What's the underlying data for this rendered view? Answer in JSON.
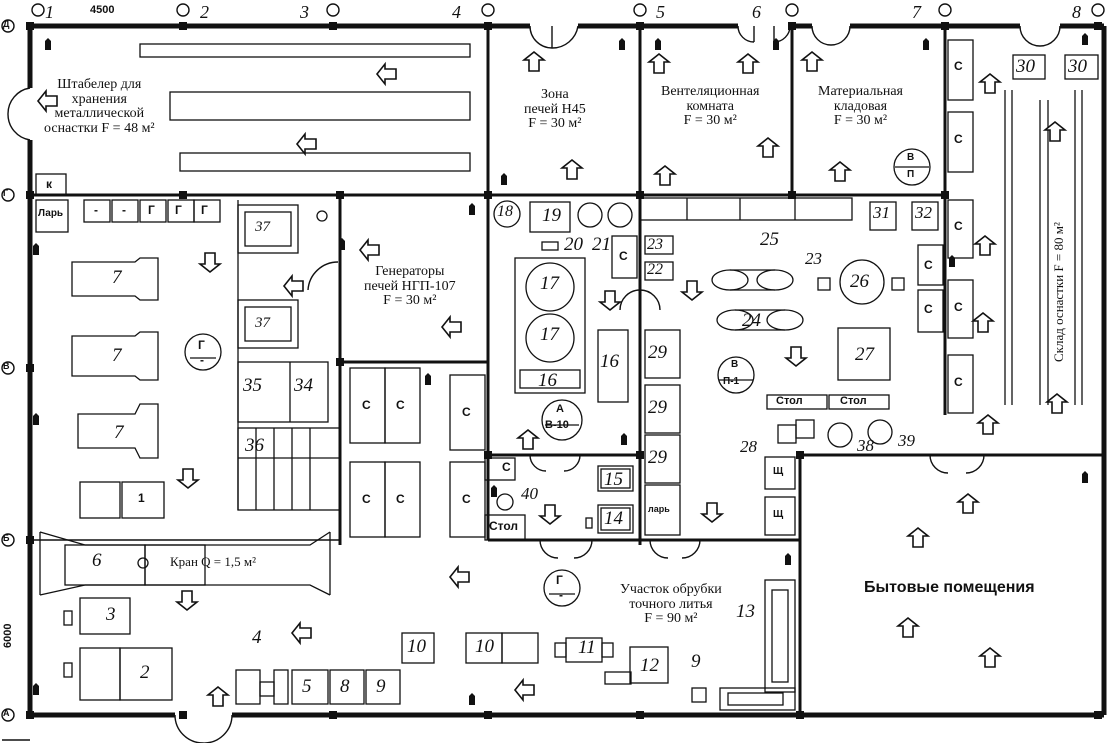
{
  "axes": {
    "top": [
      "1",
      "2",
      "3",
      "4",
      "5",
      "6",
      "7",
      "8"
    ],
    "left": [
      "Д",
      "Г",
      "В",
      "Б",
      "А"
    ],
    "dim_top": "4500",
    "dim_left": "6000"
  },
  "rooms": {
    "stabeler": [
      "Штабелер для",
      "хранения",
      "металлической",
      "оснастки F = 48 м²"
    ],
    "zona": [
      "Зона",
      "печей Н45",
      "F = 30 м²"
    ],
    "vent": [
      "Вентеляционная",
      "комната",
      "F = 30 м²"
    ],
    "mat": [
      "Материальная",
      "кладовая",
      "F = 30 м²"
    ],
    "gen": [
      "Генераторы",
      "печей НГП-107",
      "F = 30 м²"
    ],
    "obrubka": [
      "Участок обрубки",
      "точного литья",
      "F = 90 м²"
    ],
    "byt": "Бытовые помещения",
    "sklad": "Склад оснастки F = 80 м²",
    "kran": "Кран Q = 1,5 м²"
  },
  "labels": {
    "k": "к",
    "lar1": "Ларь",
    "lar2": "ларь",
    "dash": "-",
    "g": "Г",
    "s": "С",
    "sch": "Щ",
    "stol": "Стол",
    "a": "А",
    "b10": "В-10",
    "v": "В",
    "p": "П",
    "p1": "П-1",
    "one": "1"
  },
  "numbers": [
    "1",
    "2",
    "3",
    "4",
    "5",
    "6",
    "7",
    "8",
    "9",
    "10",
    "11",
    "12",
    "13",
    "14",
    "15",
    "16",
    "17",
    "18",
    "19",
    "20",
    "21",
    "22",
    "23",
    "24",
    "25",
    "26",
    "27",
    "28",
    "29",
    "30",
    "31",
    "32",
    "34",
    "35",
    "36",
    "37",
    "38",
    "39",
    "40"
  ]
}
